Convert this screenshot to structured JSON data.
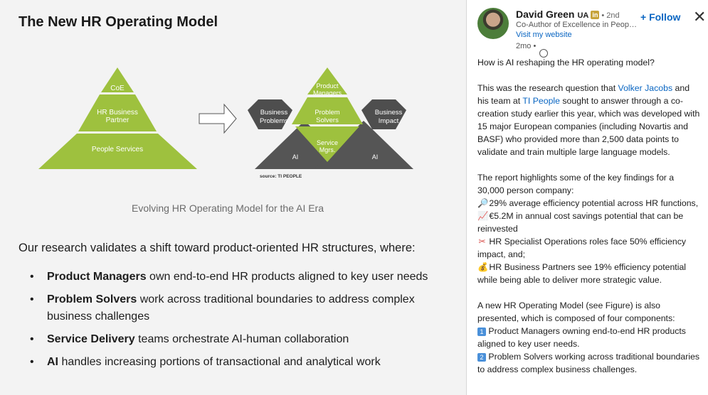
{
  "document": {
    "title": "The New HR Operating Model",
    "figure": {
      "left_pyramid": {
        "top": "CoE",
        "middle": "HR Business Partner",
        "bottom": "People Services"
      },
      "right_model": {
        "product": "Product Managers",
        "solvers": "Problem Solvers",
        "service": "Service Mgrs.",
        "left_hex": "Business Problems",
        "right_hex": "Business Impact",
        "ai_left": "AI",
        "ai_right": "AI"
      },
      "source": "source: TI PEOPLE",
      "colors": {
        "green": "#9ec13e",
        "dark": "#5d5d5d",
        "hex": "#4e4e4e"
      }
    },
    "caption": "Evolving HR Operating Model for the AI Era",
    "intro": "Our research validates a shift toward product-oriented HR structures, where:",
    "bullets": [
      {
        "bold": "Product Managers",
        "text": " own end-to-end HR products aligned to key user needs"
      },
      {
        "bold": "Problem Solvers",
        "text": " work across traditional boundaries to address complex business challenges"
      },
      {
        "bold": "Service Delivery",
        "text": " teams orchestrate AI-human collaboration"
      },
      {
        "bold": "AI",
        "text": " handles increasing portions of transactional and analytical work"
      }
    ]
  },
  "post": {
    "author": "David Green",
    "flag": "UA",
    "linkedin_badge": "in",
    "degree": "• 2nd",
    "headline": "Co-Author of Excellence in People...",
    "website": "Visit my website",
    "time": "2mo •",
    "follow_label": "+ Follow",
    "close_label": "✕",
    "question": "How is AI reshaping the HR operating model?",
    "p1_a": "This was the research question that ",
    "p1_link1": "Volker Jacobs",
    "p1_b": " and his team at ",
    "p1_link2": "TI People",
    "p1_c": " sought to answer through a co-creation study earlier this year, which was developed with 15 major European companies (including Novartis and BASF) who provided more than 2,500 data points to validate and train multiple large language models.",
    "p2": "The report highlights some of the key findings for a 30,000 person company:",
    "findings": [
      {
        "icon": "🔎",
        "text": "29% average efficiency potential across HR functions,"
      },
      {
        "icon": "📈",
        "text": "€5.2M in annual cost savings potential that can be reinvested"
      },
      {
        "icon": "✂",
        "text": "HR Specialist Operations roles face 50% efficiency impact, and;"
      },
      {
        "icon": "💰",
        "text": "HR Business Partners see 19% efficiency potential while being able to deliver more strategic value."
      }
    ],
    "p3": "A new HR Operating Model (see Figure) is also presented, which is composed of four components:",
    "components": [
      {
        "num": "1",
        "text": "Product Managers owning end-to-end HR products aligned to key user needs."
      },
      {
        "num": "2",
        "text": "Problem Solvers working across traditional boundaries to address complex business challenges."
      }
    ]
  }
}
